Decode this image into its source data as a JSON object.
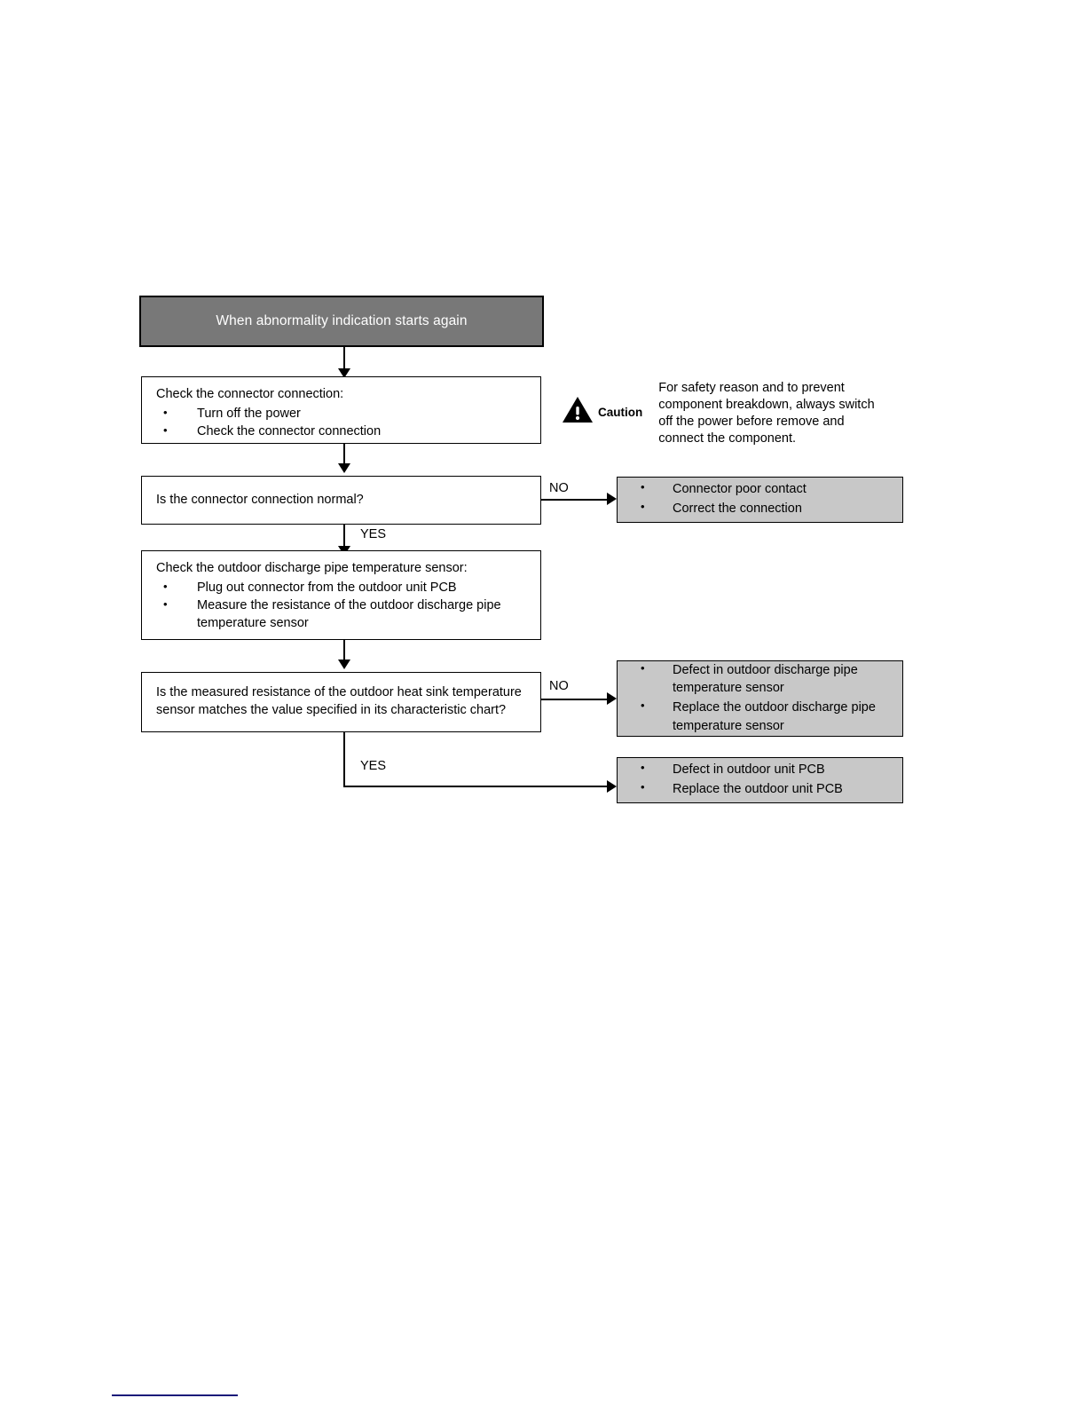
{
  "diagram": {
    "title": "When abnormality indication starts again",
    "type": "troubleshooting-flowchart",
    "nodes": {
      "start_banner": {
        "label": "When abnormality indication starts again"
      },
      "step_check_connector": {
        "title": "Check the connector connection:",
        "bullets": [
          "Turn off the power",
          "Check the connector connection"
        ]
      },
      "decision_connector_normal": {
        "question": "Is the connector connection normal?",
        "no_label": "NO",
        "yes_label": "YES"
      },
      "result_connector_poor": {
        "bullets": [
          "Connector poor contact",
          "Correct the connection"
        ]
      },
      "step_check_sensor": {
        "title": "Check the outdoor discharge pipe temperature sensor:",
        "bullets": [
          "Plug out connector from the outdoor unit PCB",
          "Measure the resistance of the outdoor discharge pipe temperature sensor"
        ]
      },
      "decision_resistance_match": {
        "question": "Is the measured resistance of the outdoor heat sink temperature sensor matches the value specified in its characteristic chart?",
        "no_label": "NO",
        "yes_label": "YES"
      },
      "result_sensor_defect": {
        "bullets": [
          "Defect in outdoor discharge pipe temperature sensor",
          "Replace the outdoor discharge pipe temperature sensor"
        ]
      },
      "result_pcb_defect": {
        "bullets": [
          "Defect in outdoor unit PCB",
          "Replace the outdoor unit PCB"
        ]
      }
    },
    "caution": {
      "word": "Caution",
      "icon": "warning-triangle-icon",
      "text": "For safety reason and to prevent component breakdown, always switch off the power before remove and connect the component."
    },
    "colors": {
      "banner_fill": "#787878",
      "banner_text": "#ffffff",
      "result_fill": "#c8c8c8",
      "border": "#000000",
      "footer_rule": "#1a1a7a",
      "page_background": "#ffffff"
    }
  }
}
